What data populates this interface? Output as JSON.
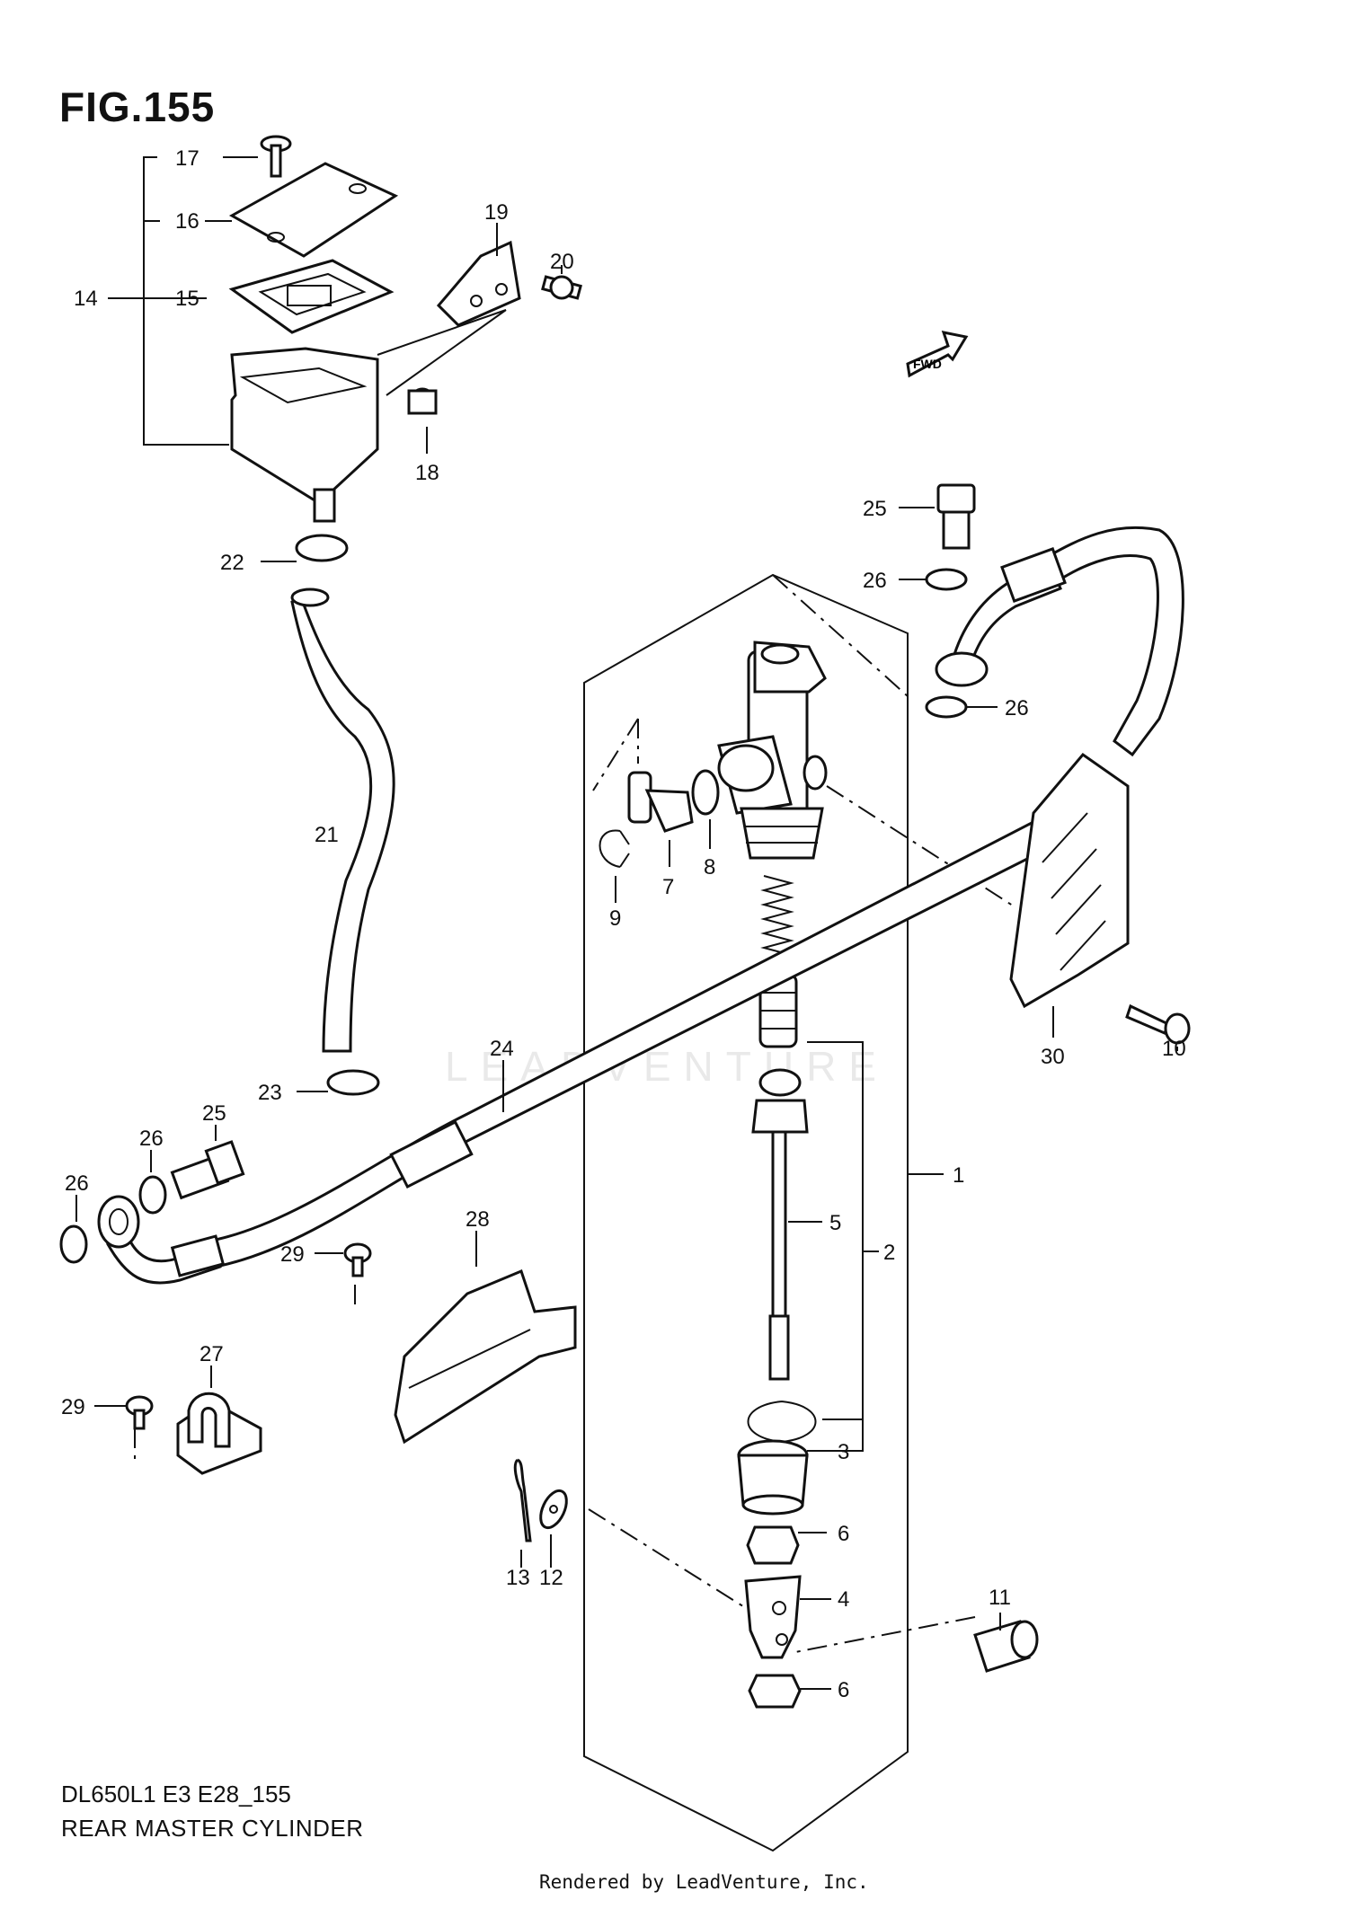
{
  "figure": {
    "title": "FIG.155",
    "model_code": "DL650L1 E3 E28_155",
    "name": "REAR MASTER CYLINDER",
    "credit": "Rendered by LeadVenture, Inc.",
    "watermark": "LEADVENTURE",
    "fwd_label": "FWD"
  },
  "callouts": {
    "c1": "1",
    "c2": "2",
    "c3": "3",
    "c4": "4",
    "c5": "5",
    "c6a": "6",
    "c6b": "6",
    "c7": "7",
    "c8": "8",
    "c9": "9",
    "c10": "10",
    "c11": "11",
    "c12": "12",
    "c13": "13",
    "c14": "14",
    "c15": "15",
    "c16": "16",
    "c17": "17",
    "c18": "18",
    "c19": "19",
    "c20": "20",
    "c21": "21",
    "c22": "22",
    "c23": "23",
    "c24": "24",
    "c25a": "25",
    "c25b": "25",
    "c26a": "26",
    "c26b": "26",
    "c26c": "26",
    "c26d": "26",
    "c27": "27",
    "c28": "28",
    "c29a": "29",
    "c29b": "29",
    "c30": "30"
  },
  "colors": {
    "line": "#111111",
    "background": "#ffffff",
    "watermark": "#e9e9e9"
  }
}
